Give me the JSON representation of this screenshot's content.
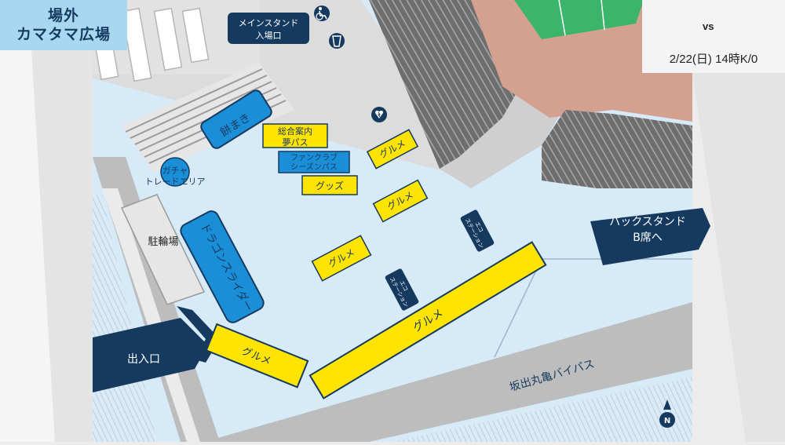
{
  "header": {
    "title_line1": "場外",
    "title_line2": "カマタマ広場"
  },
  "match": {
    "vs": "vs",
    "date": "2/22(日) 14時K/0"
  },
  "labels": {
    "main_stand_entrance": [
      "メインスタンド",
      "入場口"
    ],
    "mochimaki": "餅まき",
    "info": [
      "総合案内",
      "夢パス"
    ],
    "fanclub": [
      "ファンクラブ",
      "シーズンパス"
    ],
    "goods": "グッズ",
    "gacha": [
      "ガチャ",
      "トレードエリア"
    ],
    "bike_parking": "駐輪場",
    "dragon_slider": "ドラゴンスライダー",
    "gourmet": "グルメ",
    "eco_station": [
      "エコ",
      "ステーション"
    ],
    "back_stand": [
      "バックスタンド",
      "B席へ"
    ],
    "entrance": "出入口",
    "bypass": "坂出丸亀バイパス",
    "north": "N"
  },
  "colors": {
    "plaza": "#d6eaf8",
    "navy": "#163a5f",
    "yellow": "#ffe400",
    "blue": "#1a8fd8",
    "road": "#b9b9b9",
    "track": "#d4a090",
    "pitch": "#3bb56b"
  },
  "icons": [
    "wheelchair-icon",
    "drink-icon",
    "aed-icon",
    "north-arrow-icon"
  ]
}
